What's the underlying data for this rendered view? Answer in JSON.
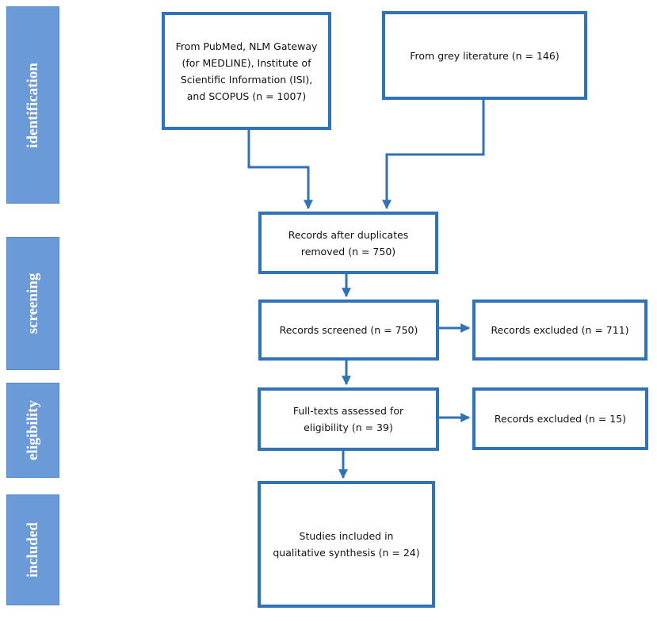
{
  "colors": {
    "phase_fill": "#6a9bd8",
    "phase_text": "#ffffff",
    "box_border": "#2f72b8",
    "arrow": "#2f72b8"
  },
  "phases": {
    "identification": "identification",
    "screening": "screening",
    "eligibility": "eligibility",
    "included": "included"
  },
  "boxes": {
    "databases": "From PubMed, NLM Gateway\n(for MEDLINE), Institute of\nScientific Information (ISI),\nand SCOPUS (n = 1007)",
    "grey_literature": "From grey literature (n = 146)",
    "after_duplicates": "Records after duplicates\nremoved (n = 750)",
    "screened": "Records screened (n = 750)",
    "excluded_screening": "Records excluded (n = 711)",
    "fulltext": "Full-texts assessed for\neligibility (n = 39)",
    "excluded_fulltext": "Records excluded (n = 15)",
    "included": "Studies included in\nqualitative synthesis (n = 24)"
  }
}
